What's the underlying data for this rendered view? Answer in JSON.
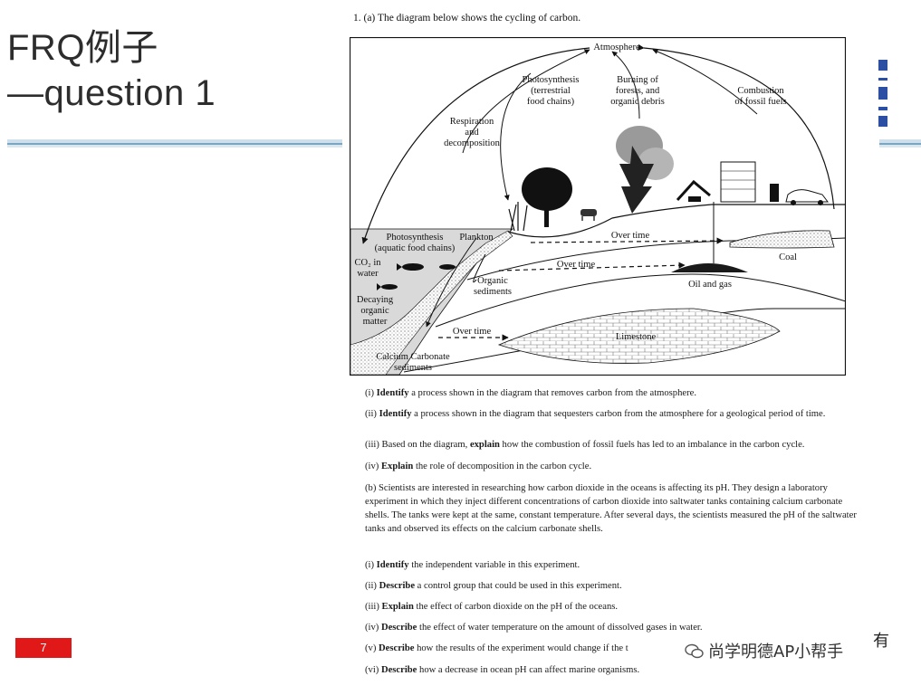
{
  "slide": {
    "title_line1": "FRQ例子",
    "title_line2": "—question 1",
    "page_number": "7"
  },
  "question": {
    "heading": "1. (a) The diagram below shows the cycling of carbon.",
    "items": [
      {
        "label": "(i)",
        "bold": "Identify",
        "text": " a process shown in the diagram that removes carbon from the atmosphere."
      },
      {
        "label": "(ii)",
        "bold": "Identify",
        "text": " a process shown in the diagram that sequesters carbon from the atmosphere for a geological period of time."
      },
      {
        "label": "(iii)",
        "bold_pre": "Based on the diagram, ",
        "bold": "explain",
        "text": " how the combustion of fossil fuels has led to an imbalance in the carbon cycle."
      },
      {
        "label": "(iv)",
        "bold": "Explain",
        "text": " the role of decomposition in the carbon cycle."
      },
      {
        "label": "(b)",
        "bold": "",
        "text": "Scientists are interested in researching how carbon dioxide in the oceans is affecting its pH. They design a laboratory experiment in which they inject different concentrations of carbon dioxide into saltwater tanks containing calcium carbonate shells. The tanks were kept at the same, constant temperature. After several days, the scientists measured the pH of the saltwater tanks and observed its effects on the calcium carbonate shells."
      },
      {
        "label": "(i)",
        "bold": "Identify",
        "text": " the independent variable in this experiment."
      },
      {
        "label": "(ii)",
        "bold": "Describe",
        "text": " a control group that could be used in this experiment."
      },
      {
        "label": "(iii)",
        "bold": "Explain",
        "text": " the effect of carbon dioxide on the pH of the oceans."
      },
      {
        "label": "(iv)",
        "bold": "Describe",
        "text": " the effect of water temperature on the amount of dissolved gases in water."
      },
      {
        "label": "(v)",
        "bold": "Describe",
        "text": " how the results of the experiment would change if the t"
      },
      {
        "label": "(vi)",
        "bold": "Describe",
        "text": " how a decrease in ocean pH can affect marine organisms."
      }
    ]
  },
  "diagram": {
    "labels": {
      "atmosphere": "Atmosphere",
      "photosynthesis_terrestrial": [
        "Photosynthesis",
        "(terrestrial",
        "food chains)"
      ],
      "burning": [
        "Burning of",
        "forests, and",
        "organic debris"
      ],
      "combustion": [
        "Combustion",
        "of fossil fuels"
      ],
      "respiration": [
        "Respiration",
        "and",
        "decomposition"
      ],
      "photosynthesis_aquatic": [
        "Photosynthesis",
        "(aquatic food chains)"
      ],
      "plankton": "Plankton",
      "co2_water": [
        "CO₂ in",
        "water"
      ],
      "decaying": [
        "Decaying",
        "organic",
        "matter"
      ],
      "organic_sediments": [
        "Organic",
        "sediments"
      ],
      "over_time_1": "Over time",
      "over_time_2": "Over time",
      "over_time_3": "Over time",
      "coal": "Coal",
      "oil_gas": "Oil and gas",
      "limestone": "Limestone",
      "calcium": [
        "Calcium Carbonate",
        "sediments"
      ]
    }
  },
  "watermark": {
    "text": "尚学明德AP小帮手",
    "corner_char": "有"
  }
}
